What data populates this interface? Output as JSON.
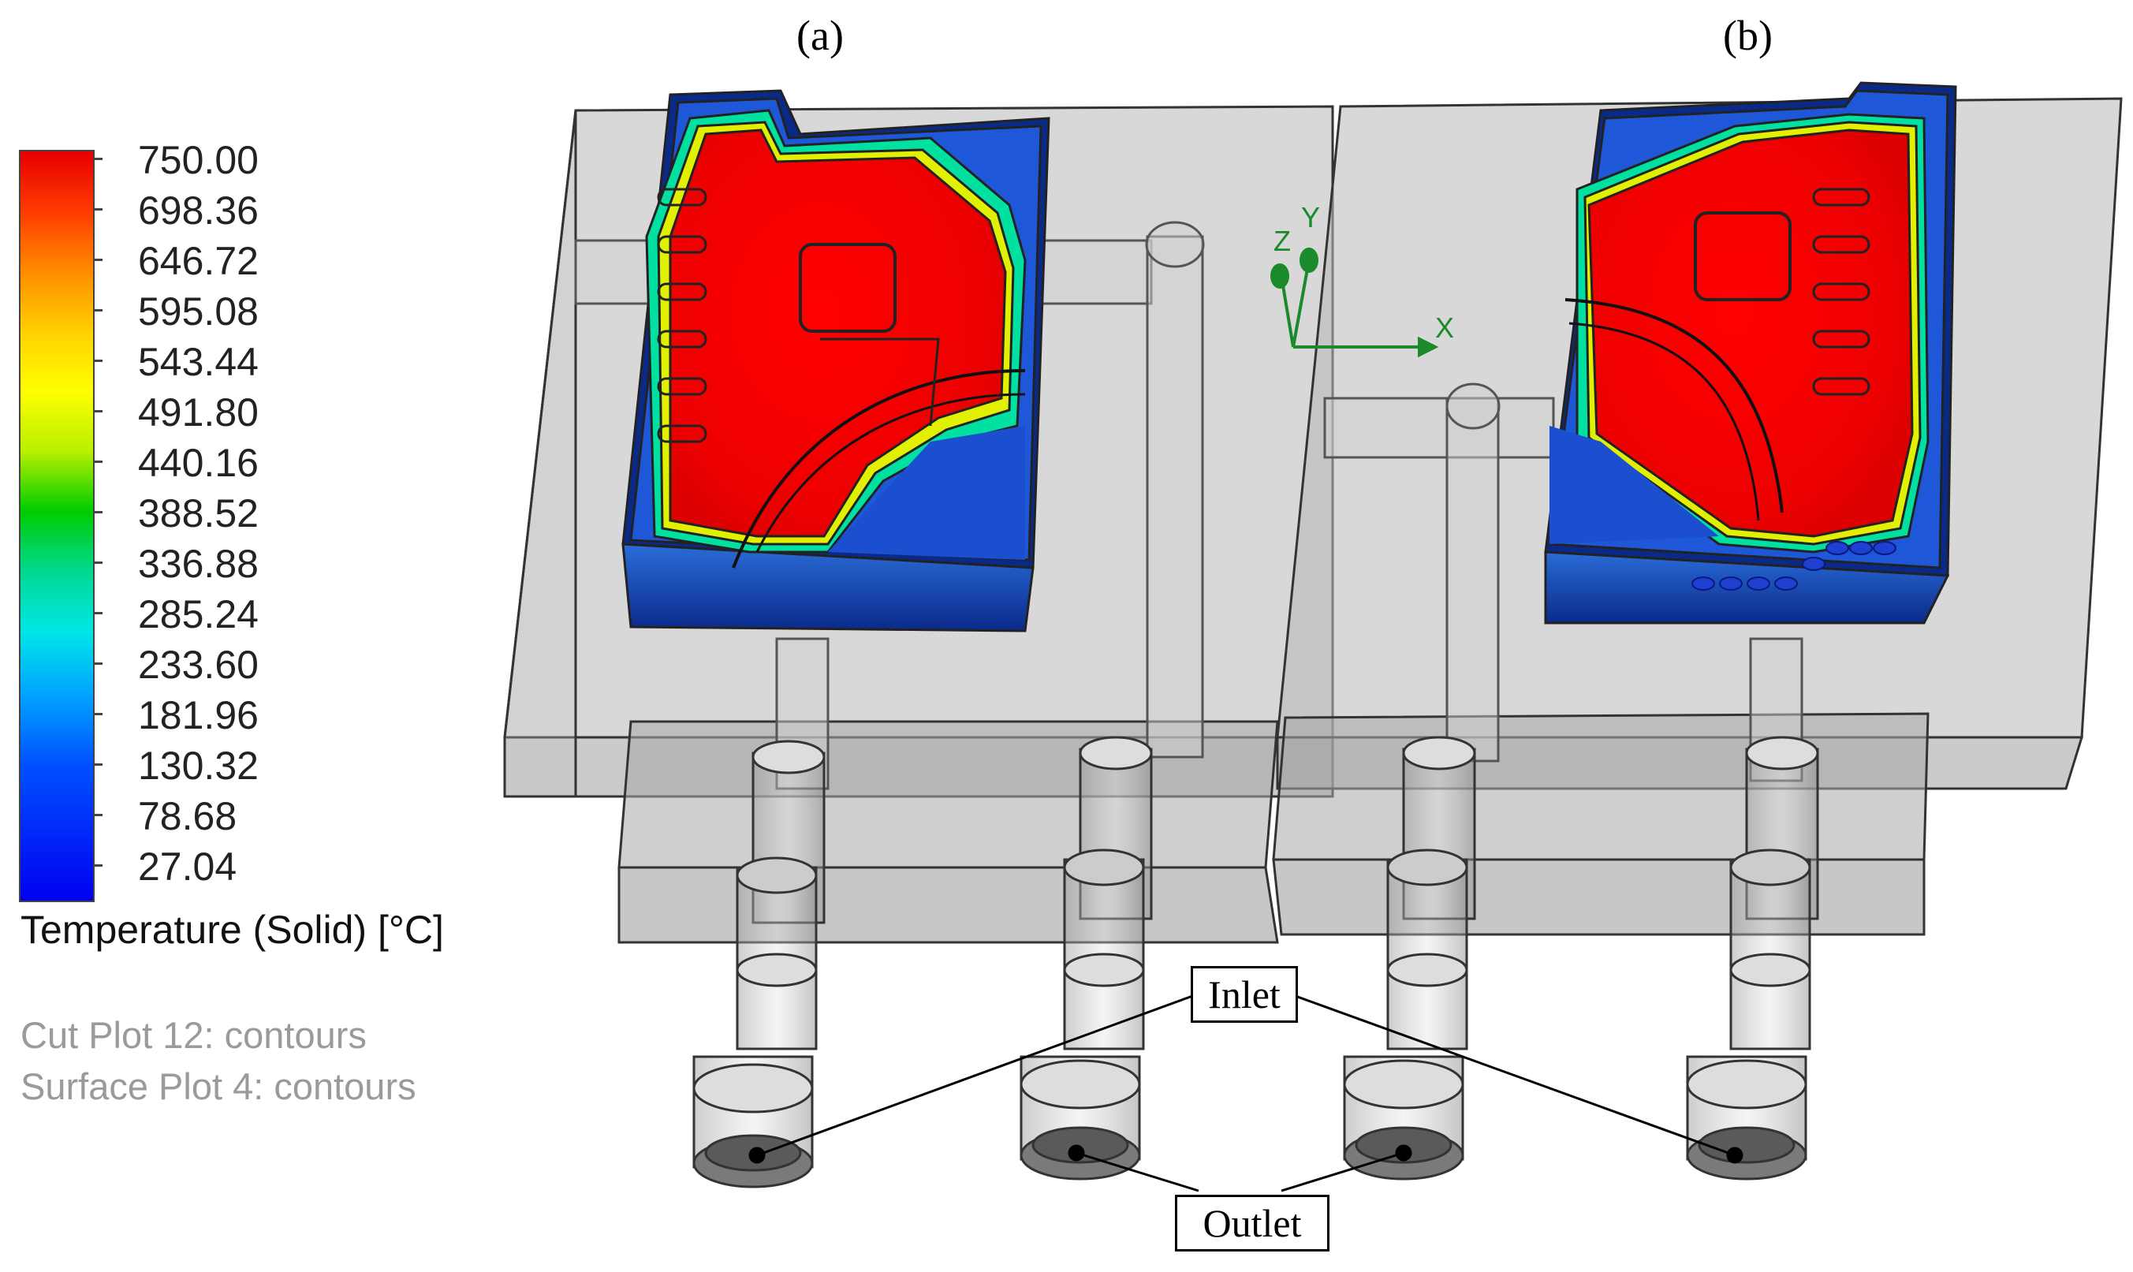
{
  "panels": {
    "a": "(a)",
    "b": "(b)"
  },
  "colorbar": {
    "ticks": [
      "750.00",
      "698.36",
      "646.72",
      "595.08",
      "543.44",
      "491.80",
      "440.16",
      "388.52",
      "336.88",
      "285.24",
      "233.60",
      "181.96",
      "130.32",
      "78.68",
      "27.04"
    ],
    "title": "Temperature (Solid) [°C]",
    "colors": [
      "#e60000",
      "#ff4000",
      "#ff8c00",
      "#ffd000",
      "#ffff00",
      "#b4f000",
      "#00d000",
      "#00d890",
      "#00e8e8",
      "#00a8ff",
      "#0050ff",
      "#0000f0"
    ]
  },
  "plot_notes": [
    "Cut Plot 12: contours",
    "Surface Plot 4: contours"
  ],
  "axes": {
    "z": "Z",
    "y": "Y",
    "x": "X"
  },
  "callouts": {
    "inlet": "Inlet",
    "outlet": "Outlet"
  }
}
